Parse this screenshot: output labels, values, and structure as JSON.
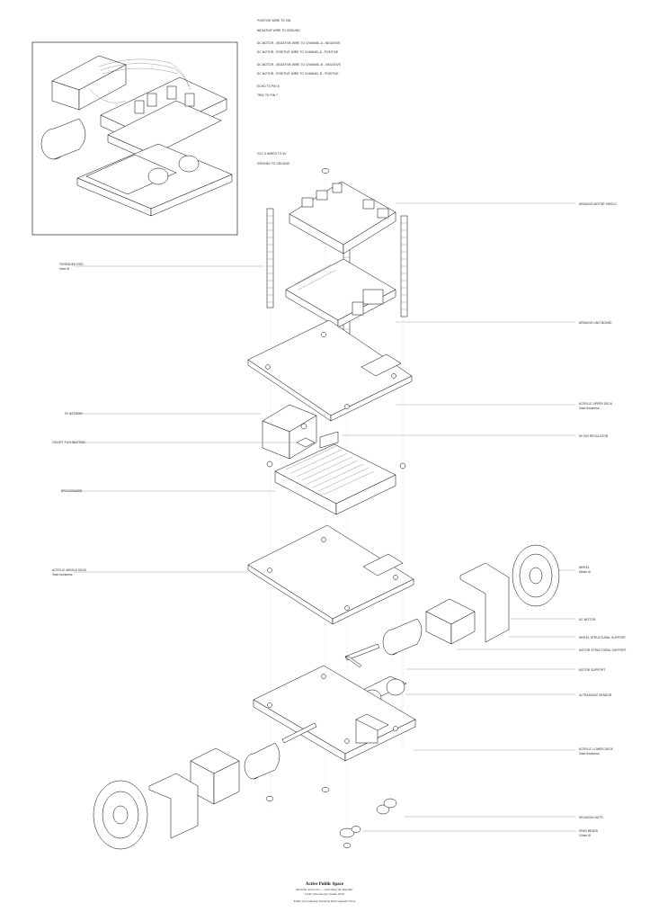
{
  "wiring_notes": [
    "POSITIVE WIRE TO VIN",
    "NEGATIVE WIRE TO GROUND",
    "DC MOTOR - NEGATIVE WIRE TO CHANNEL A - NEGATIVE",
    "DC MOTOR - POSITIVE WIRE TO CHANNEL A - POSITIVE",
    "DC MOTOR - NEGATIVE WIRE TO CHANNEL B - NEGATIVE",
    "DC MOTOR - POSITIVE WIRE TO CHANNEL B - POSITIVE",
    "ECHO TO PIN 8",
    "TRIG TO PIN 7"
  ],
  "sensor_notes": [
    "VCC 5 WIRED TO 5V",
    "GROUND TO GROUND"
  ],
  "labels": {
    "motor_shield": "ARDUINO MOTOR SHIELD",
    "threaded_rod": "THREADED ROD",
    "threaded_rod_sub": "4mm Ø",
    "arduino": "ARDUINO UNO BOARD",
    "acrylic_upper": "ACRYLIC UPPER DECK",
    "acrylic_upper_sub": "3mm thickness",
    "battery": "9V BATTERY",
    "on_off": "ON/OFF PUSHBUTTON",
    "regulator": "5V DIN REGULATOR",
    "breadboard": "BREADBOARD",
    "acrylic_middle": "ACRYLIC MIDDLE DECK",
    "acrylic_middle_sub": "3mm thickness",
    "wheel": "WHEEL",
    "wheel_sub": "65mm Ø",
    "dc_motor": "DC MOTOR",
    "wheel_support": "WHEEL STRUCTURAL SUPPORT",
    "motor_support": "MOTOR STRUCTURAL SUPPORT",
    "motor_bracket": "MOTOR SUPPORT",
    "ultrasonic": "ULTRASONIC SENSOR",
    "acrylic_lower": "ACRYLIC LOWER DECK",
    "acrylic_lower_sub": "3mm thickness",
    "hexagon_nuts": "HEXAGON NUTS",
    "rollers": "SPAN BEADS",
    "rollers_sub": "10mm Ø"
  },
  "title_block": {
    "title": "Active Public Space",
    "line1": "Machinic Protocols — Activating the Republic",
    "line2": "IAAC Introductory Studio 2016",
    "authors": "Eddie Van Limburg Stirum & Pablo Agustín Vivas"
  },
  "colors": {
    "ink": "#000000",
    "paper": "#ffffff",
    "leader": "#777777"
  }
}
